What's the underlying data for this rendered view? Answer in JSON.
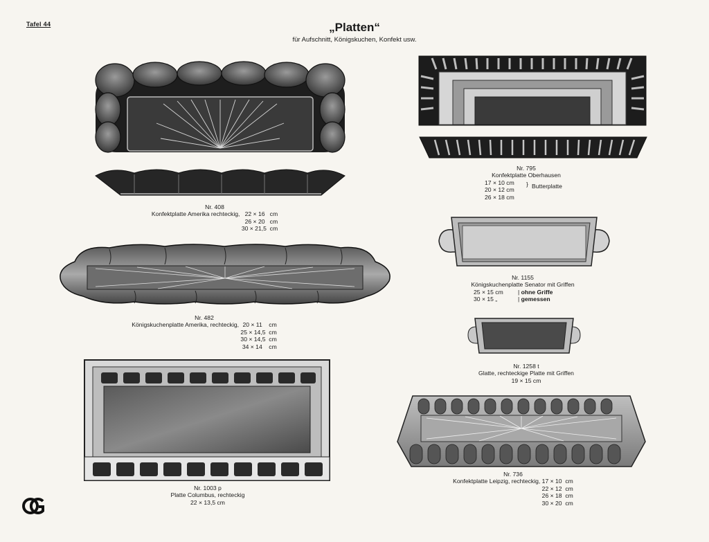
{
  "header": {
    "plate_label": "Tafel 44",
    "title": "„Platten“",
    "subtitle": "für Aufschnitt, Königskuchen, Konfekt usw."
  },
  "items": {
    "nr408": {
      "nr": "Nr. 408",
      "desc": "Konfektplatte Amerika rechteckig,",
      "sizes": [
        "22 × 16   cm",
        "26 × 20   cm",
        "30 × 21,5  cm"
      ]
    },
    "nr482": {
      "nr": "Nr. 482",
      "desc": "Königskuchenplatte Amerika, rechteckig,",
      "sizes": [
        "20 × 11    cm",
        "25 × 14,5  cm",
        "30 × 14,5  cm",
        "34 × 14    cm"
      ]
    },
    "nr1003": {
      "nr": "Nr. 1003 p",
      "desc": "Platte Columbus, rechteckig",
      "size": "22 × 13,5 cm"
    },
    "nr795": {
      "nr": "Nr. 795",
      "desc": "Konfektplatte Oberhausen",
      "sizes": [
        "17 × 10 cm",
        "20 × 12 cm",
        "26 × 18 cm"
      ],
      "note": "Butterplatte"
    },
    "nr1155": {
      "nr": "Nr. 1155",
      "desc": "Königskuchenplatte Senator mit Griffen",
      "sizes": [
        "25 × 15 cm",
        "30 × 15  „"
      ],
      "notes": [
        "ohne  Griffe",
        "gemessen"
      ]
    },
    "nr1258": {
      "nr": "Nr. 1258 t",
      "desc": "Glatte, rechteckige Platte mit Griffen",
      "size": "19 × 15 cm"
    },
    "nr736": {
      "nr": "Nr. 736",
      "desc": "Konfektplatte Leipzig, rechteckig,",
      "sizes": [
        "17 × 10  cm",
        "22 × 12  cm",
        "26 × 18  cm",
        "30 × 20  cm"
      ]
    }
  },
  "logo": {
    "letters": "OG"
  }
}
